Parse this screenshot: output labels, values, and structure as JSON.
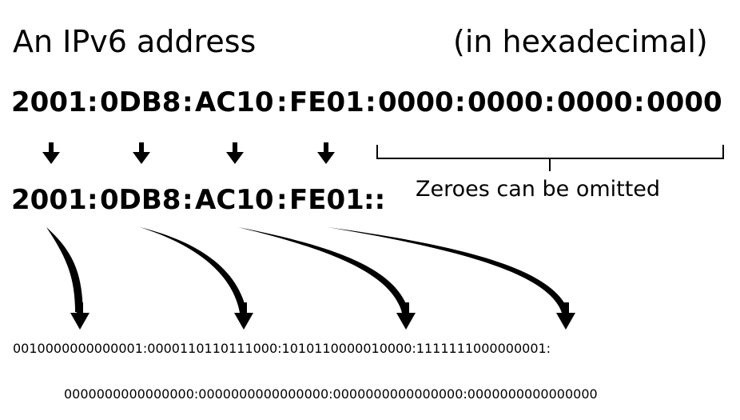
{
  "title": "An IPv6 address",
  "subtitle": "(in hexadecimal)",
  "full_address": {
    "groups": [
      "2001",
      "0DB8",
      "AC10",
      "FE01",
      "0000",
      "0000",
      "0000",
      "0000"
    ],
    "separator": ":"
  },
  "short_address": {
    "groups": [
      "2001",
      "0DB8",
      "AC10",
      "FE01"
    ],
    "separator": ":",
    "omitted_marker": "::"
  },
  "omitted_note": "Zeroes can be omitted",
  "binary": {
    "line1": "0010000000000001:0000110110111000:1010110000010000:1111111000000001:",
    "line2": "0000000000000000:0000000000000000:0000000000000000:0000000000000000"
  }
}
